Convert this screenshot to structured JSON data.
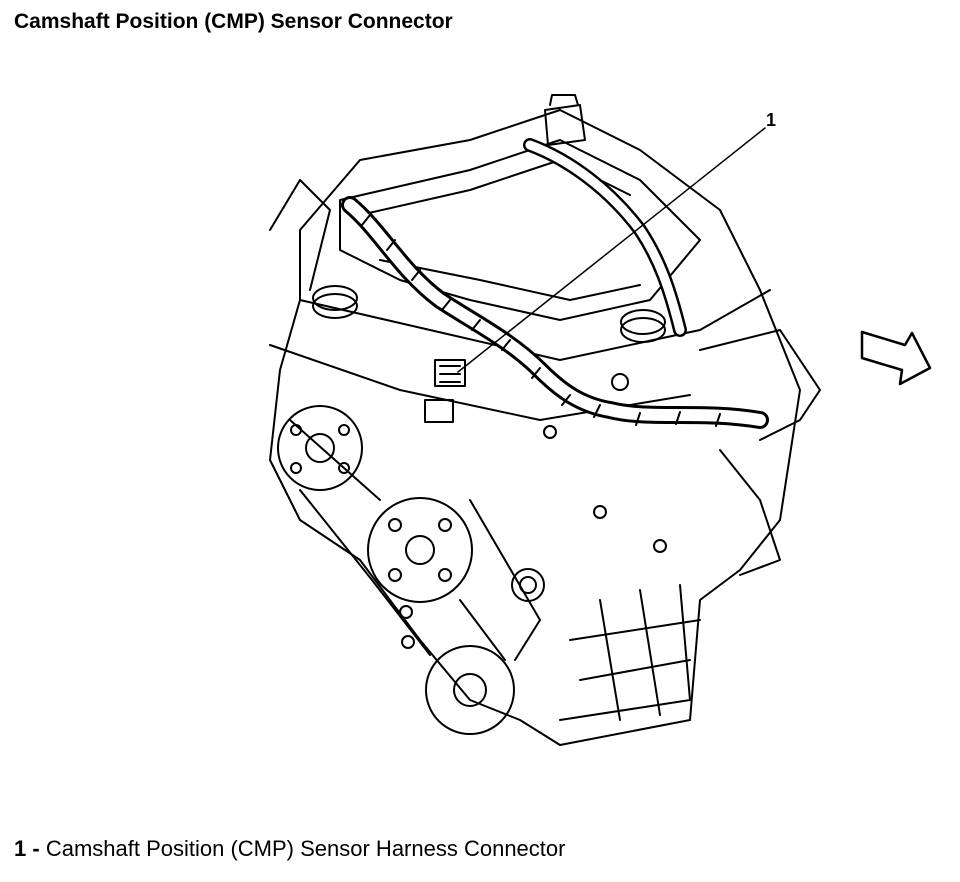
{
  "title": "Camshaft Position (CMP) Sensor Connector",
  "callouts": [
    {
      "number": "1",
      "separator": "-",
      "description": "Camshaft Position (CMP) Sensor Harness Connector"
    }
  ]
}
